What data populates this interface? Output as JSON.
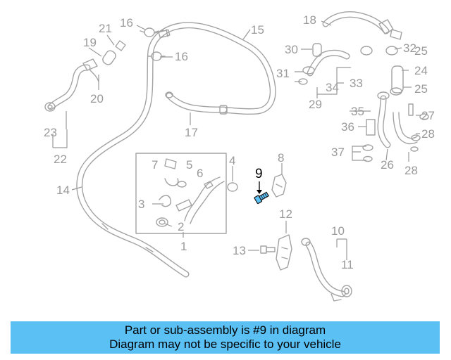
{
  "diagram": {
    "highlight_color": "#000000",
    "part_color": "#a3a3a3",
    "labels": [
      {
        "id": "1",
        "text": "1"
      },
      {
        "id": "2",
        "text": "2"
      },
      {
        "id": "3",
        "text": "3"
      },
      {
        "id": "4",
        "text": "4"
      },
      {
        "id": "5",
        "text": "5"
      },
      {
        "id": "6",
        "text": "6"
      },
      {
        "id": "7",
        "text": "7"
      },
      {
        "id": "8",
        "text": "8"
      },
      {
        "id": "9",
        "text": "9",
        "highlighted": true
      },
      {
        "id": "10",
        "text": "10"
      },
      {
        "id": "11",
        "text": "11"
      },
      {
        "id": "12",
        "text": "12"
      },
      {
        "id": "13",
        "text": "13"
      },
      {
        "id": "14",
        "text": "14"
      },
      {
        "id": "15",
        "text": "15"
      },
      {
        "id": "16a",
        "text": "16"
      },
      {
        "id": "16b",
        "text": "16"
      },
      {
        "id": "17",
        "text": "17"
      },
      {
        "id": "18",
        "text": "18"
      },
      {
        "id": "19",
        "text": "19"
      },
      {
        "id": "20",
        "text": "20"
      },
      {
        "id": "21",
        "text": "21"
      },
      {
        "id": "22",
        "text": "22"
      },
      {
        "id": "23",
        "text": "23"
      },
      {
        "id": "24",
        "text": "24"
      },
      {
        "id": "25a",
        "text": "25"
      },
      {
        "id": "25b",
        "text": "25"
      },
      {
        "id": "26",
        "text": "26"
      },
      {
        "id": "27",
        "text": "27"
      },
      {
        "id": "28a",
        "text": "28"
      },
      {
        "id": "28b",
        "text": "28"
      },
      {
        "id": "29",
        "text": "29"
      },
      {
        "id": "30",
        "text": "30"
      },
      {
        "id": "31",
        "text": "31"
      },
      {
        "id": "32",
        "text": "32"
      },
      {
        "id": "33",
        "text": "33"
      },
      {
        "id": "34",
        "text": "34"
      },
      {
        "id": "35",
        "text": "35"
      },
      {
        "id": "36",
        "text": "36"
      },
      {
        "id": "37",
        "text": "37"
      }
    ]
  },
  "banner": {
    "background": "#5bc0f4",
    "line1": "Part or sub-assembly is #9 in diagram",
    "line2": "Diagram may not be specific to your vehicle"
  }
}
